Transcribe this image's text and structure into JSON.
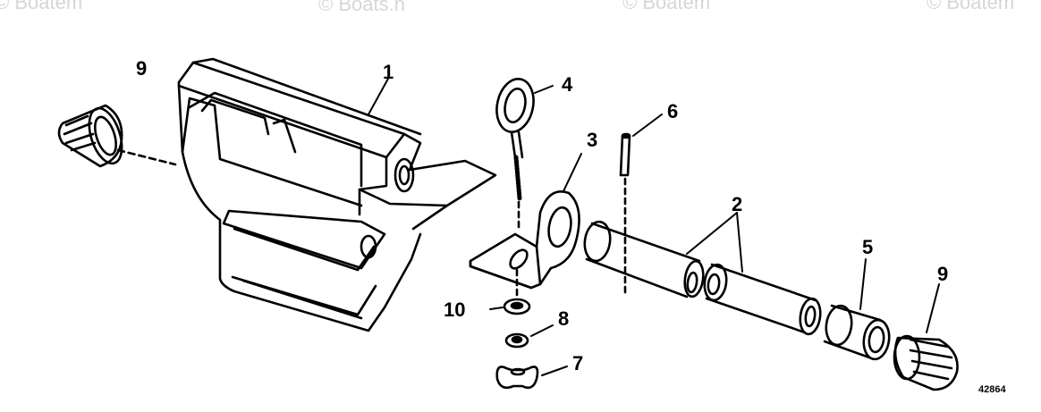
{
  "watermark": {
    "text_left": "© Boatem",
    "text_center": "© Boats.n",
    "text_right_a": "© Boatem",
    "text_right_b": "© Boatem"
  },
  "callouts": {
    "c1": "1",
    "c2": "2",
    "c3": "3",
    "c4": "4",
    "c5": "5",
    "c6": "6",
    "c7": "7",
    "c8": "8",
    "c9a": "9",
    "c9b": "9",
    "c10": "10"
  },
  "figure_number": "42864",
  "colors": {
    "ink": "#000000",
    "watermark": "#d6d6d6",
    "background": "#ffffff"
  }
}
